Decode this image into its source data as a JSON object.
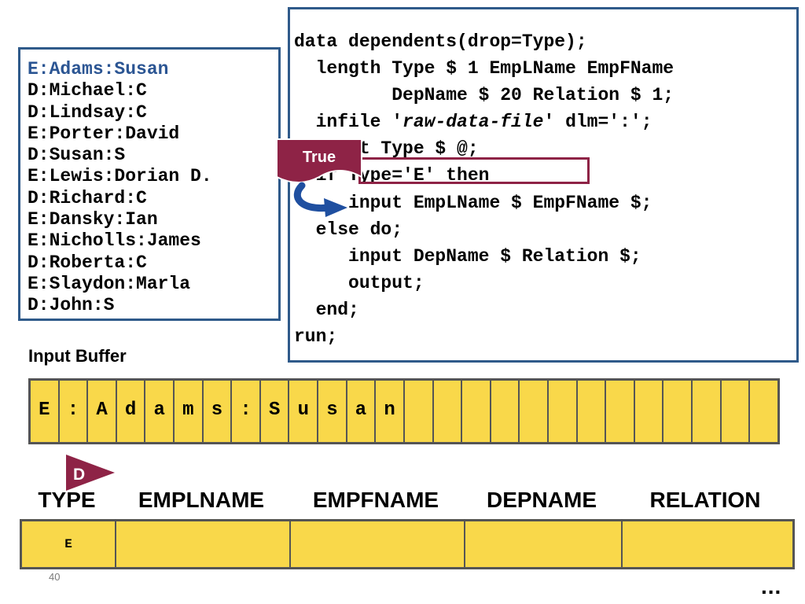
{
  "raw_data": {
    "lines": [
      "E:Adams:Susan",
      "D:Michael:C",
      "D:Lindsay:C",
      "E:Porter:David",
      "D:Susan:S",
      "E:Lewis:Dorian D.",
      "D:Richard:C",
      "E:Dansky:Ian",
      "E:Nicholls:James",
      "D:Roberta:C",
      "E:Slaydon:Marla",
      "D:John:S"
    ],
    "current_line_index": 0
  },
  "program": {
    "lines": [
      {
        "pre": "data dependents(drop=Type);",
        "em": "",
        "post": ""
      },
      {
        "pre": "  length Type $ 1 EmpLName EmpFName",
        "em": "",
        "post": ""
      },
      {
        "pre": "         DepName $ 20 Relation $ 1;",
        "em": "",
        "post": ""
      },
      {
        "pre": "  infile '",
        "em": "raw-data-file",
        "post": "' dlm=':';"
      },
      {
        "pre": "  input Type $ @;",
        "em": "",
        "post": ""
      },
      {
        "pre": "  if Type='E' then",
        "em": "",
        "post": ""
      },
      {
        "pre": "     input EmpLName $ EmpFName $;",
        "em": "",
        "post": ""
      },
      {
        "pre": "  else do;",
        "em": "",
        "post": ""
      },
      {
        "pre": "     input DepName $ Relation $;",
        "em": "",
        "post": ""
      },
      {
        "pre": "     output;",
        "em": "",
        "post": ""
      },
      {
        "pre": "  end;",
        "em": "",
        "post": ""
      },
      {
        "pre": "run;",
        "em": "",
        "post": ""
      }
    ],
    "condition_result": "True"
  },
  "input_buffer": {
    "label": "Input Buffer",
    "cells": [
      "E",
      ":",
      "A",
      "d",
      "a",
      "m",
      "s",
      ":",
      "S",
      "u",
      "s",
      "a",
      "n",
      "",
      "",
      "",
      "",
      "",
      "",
      "",
      "",
      "",
      "",
      "",
      "",
      ""
    ]
  },
  "pointer": {
    "label": "D"
  },
  "pdv": {
    "headers": [
      "TYPE",
      "EMPLNAME",
      "EMPFNAME",
      "DEPNAME",
      "RELATION"
    ],
    "values": [
      "E",
      "",
      "",
      "",
      ""
    ]
  },
  "page_number": "40",
  "continuation": "...",
  "colors": {
    "box_border": "#2f5a8a",
    "highlight": "#8e2346",
    "flag": "#8e2346",
    "arrow": "#1f4fa0",
    "cell_fill": "#f9d84a",
    "current_line": "#2b5593"
  }
}
